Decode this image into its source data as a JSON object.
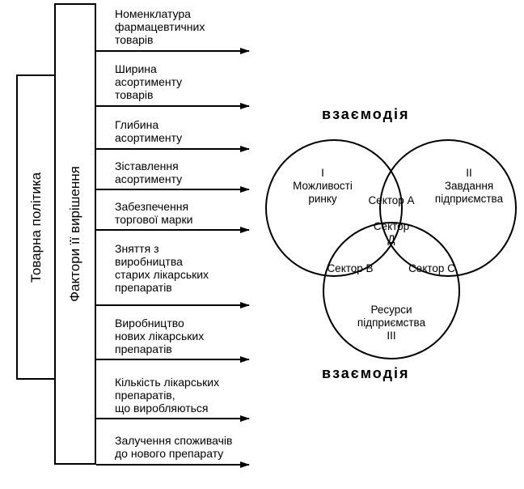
{
  "left_box": {
    "label": "Товарна політика"
  },
  "mid_box": {
    "label": "Фактори її вирішення"
  },
  "factors": [
    {
      "lines": [
        "Номенклатура",
        "фармацевтичних",
        "товарів"
      ]
    },
    {
      "lines": [
        "Ширина",
        "асортименту",
        "товарів"
      ]
    },
    {
      "lines": [
        "Глибина",
        "асортименту"
      ]
    },
    {
      "lines": [
        "Зіставлення",
        "асортименту"
      ]
    },
    {
      "lines": [
        "Забезпечення",
        "торгової марки"
      ]
    },
    {
      "lines": [
        "Зняття з",
        "виробництва",
        "старих лікарських",
        "препаратів"
      ]
    },
    {
      "lines": [
        "Виробництво",
        "нових лікарських",
        "препаратів"
      ]
    },
    {
      "lines": [
        "Кількість лікарських",
        "препаратів,",
        "що виробляються"
      ]
    },
    {
      "lines": [
        "Залучення споживачів",
        "до нового препарату"
      ]
    }
  ],
  "venn": {
    "top_label": "взаємодія",
    "bottom_label": "взаємодія",
    "circle1": {
      "numeral": "І",
      "lines": [
        "Можливості",
        "ринку"
      ]
    },
    "circle2": {
      "numeral": "ІІ",
      "lines": [
        "Завдання",
        "підприємства"
      ]
    },
    "circle3": {
      "lines": [
        "Ресурси",
        "підприємства"
      ],
      "numeral": "ІІІ"
    },
    "sector_a": "Сектор А",
    "sector_b": "Сектор В",
    "sector_c": "Сектор С",
    "sector_d": [
      "Сектор",
      "Д"
    ]
  }
}
